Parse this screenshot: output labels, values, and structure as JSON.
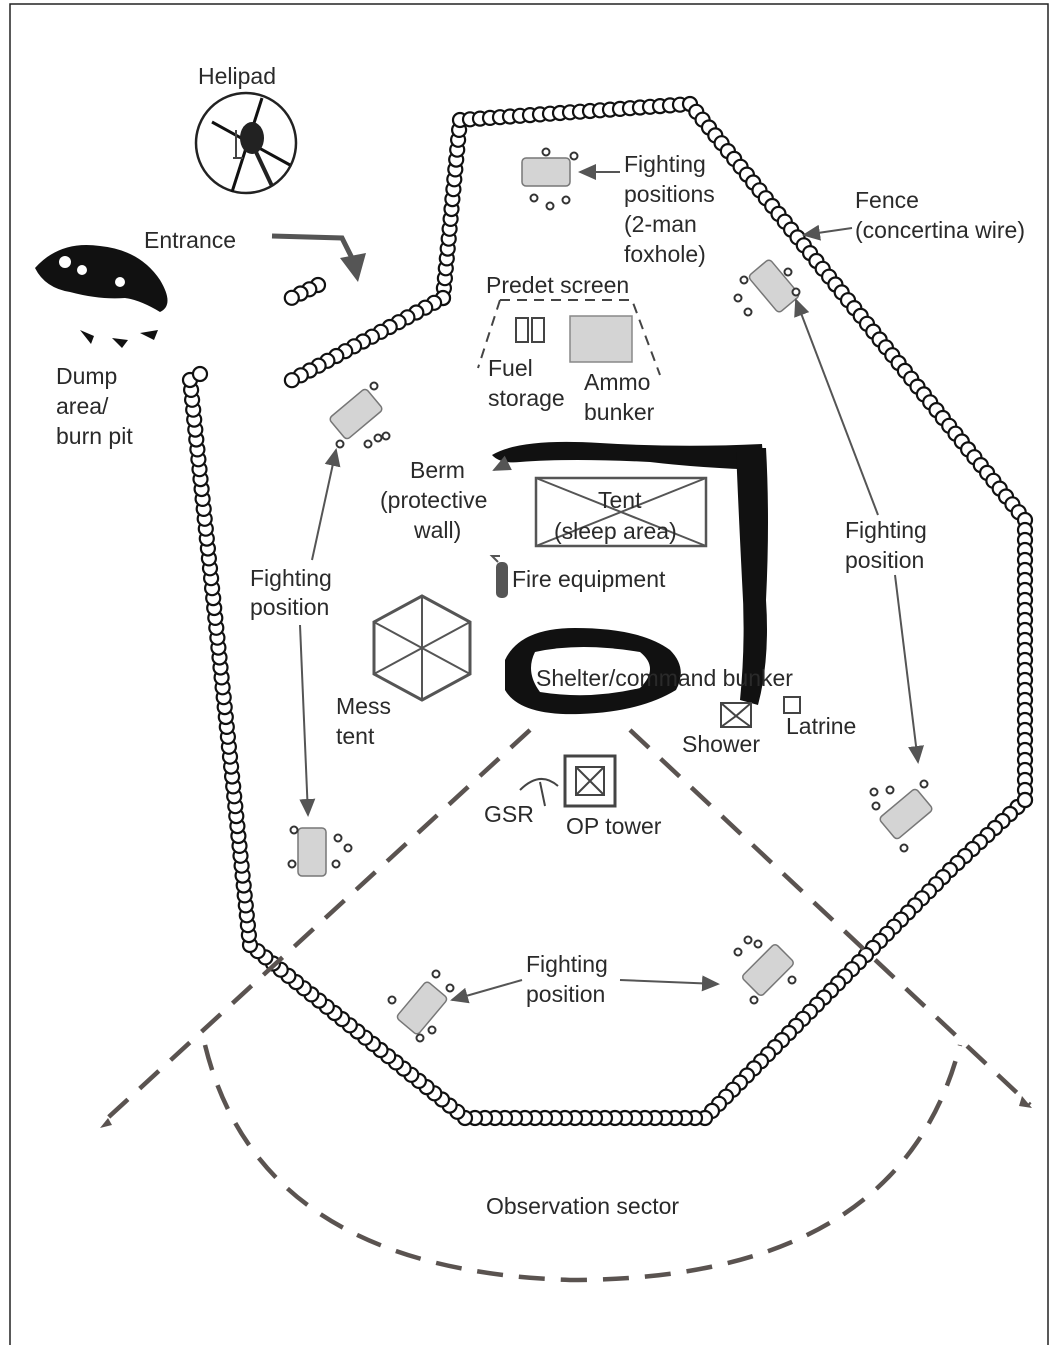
{
  "labels": {
    "helipad": "Helipad",
    "entrance": "Entrance",
    "dump_1": "Dump",
    "dump_2": "area/",
    "dump_3": "burn pit",
    "fp_top_1": "Fighting",
    "fp_top_2": "positions",
    "fp_top_3": "(2-man",
    "fp_top_4": "foxhole)",
    "fence_1": "Fence",
    "fence_2": "(concertina wire)",
    "predet": "Predet screen",
    "fuel_1": "Fuel",
    "fuel_2": "storage",
    "ammo_1": "Ammo",
    "ammo_2": "bunker",
    "berm_1": "Berm",
    "berm_2": "(protective",
    "berm_3": "wall)",
    "tent_1": "Tent",
    "tent_2": "(sleep area)",
    "fp_right_1": "Fighting",
    "fp_right_2": "position",
    "fire": "Fire equipment",
    "fp_left_1": "Fighting",
    "fp_left_2": "position",
    "shelter": "Shelter/command bunker",
    "mess_1": "Mess",
    "mess_2": "tent",
    "latrine": "Latrine",
    "shower": "Shower",
    "gsr": "GSR",
    "op": "OP tower",
    "fp_bottom_1": "Fighting",
    "fp_bottom_2": "position",
    "sector": "Observation sector"
  },
  "colors": {
    "ink": "#111111",
    "text": "#2a2a2a",
    "arrow": "#555555",
    "sector_dash": "#5a5350",
    "vehicle_fill": "#d4d4d4"
  }
}
